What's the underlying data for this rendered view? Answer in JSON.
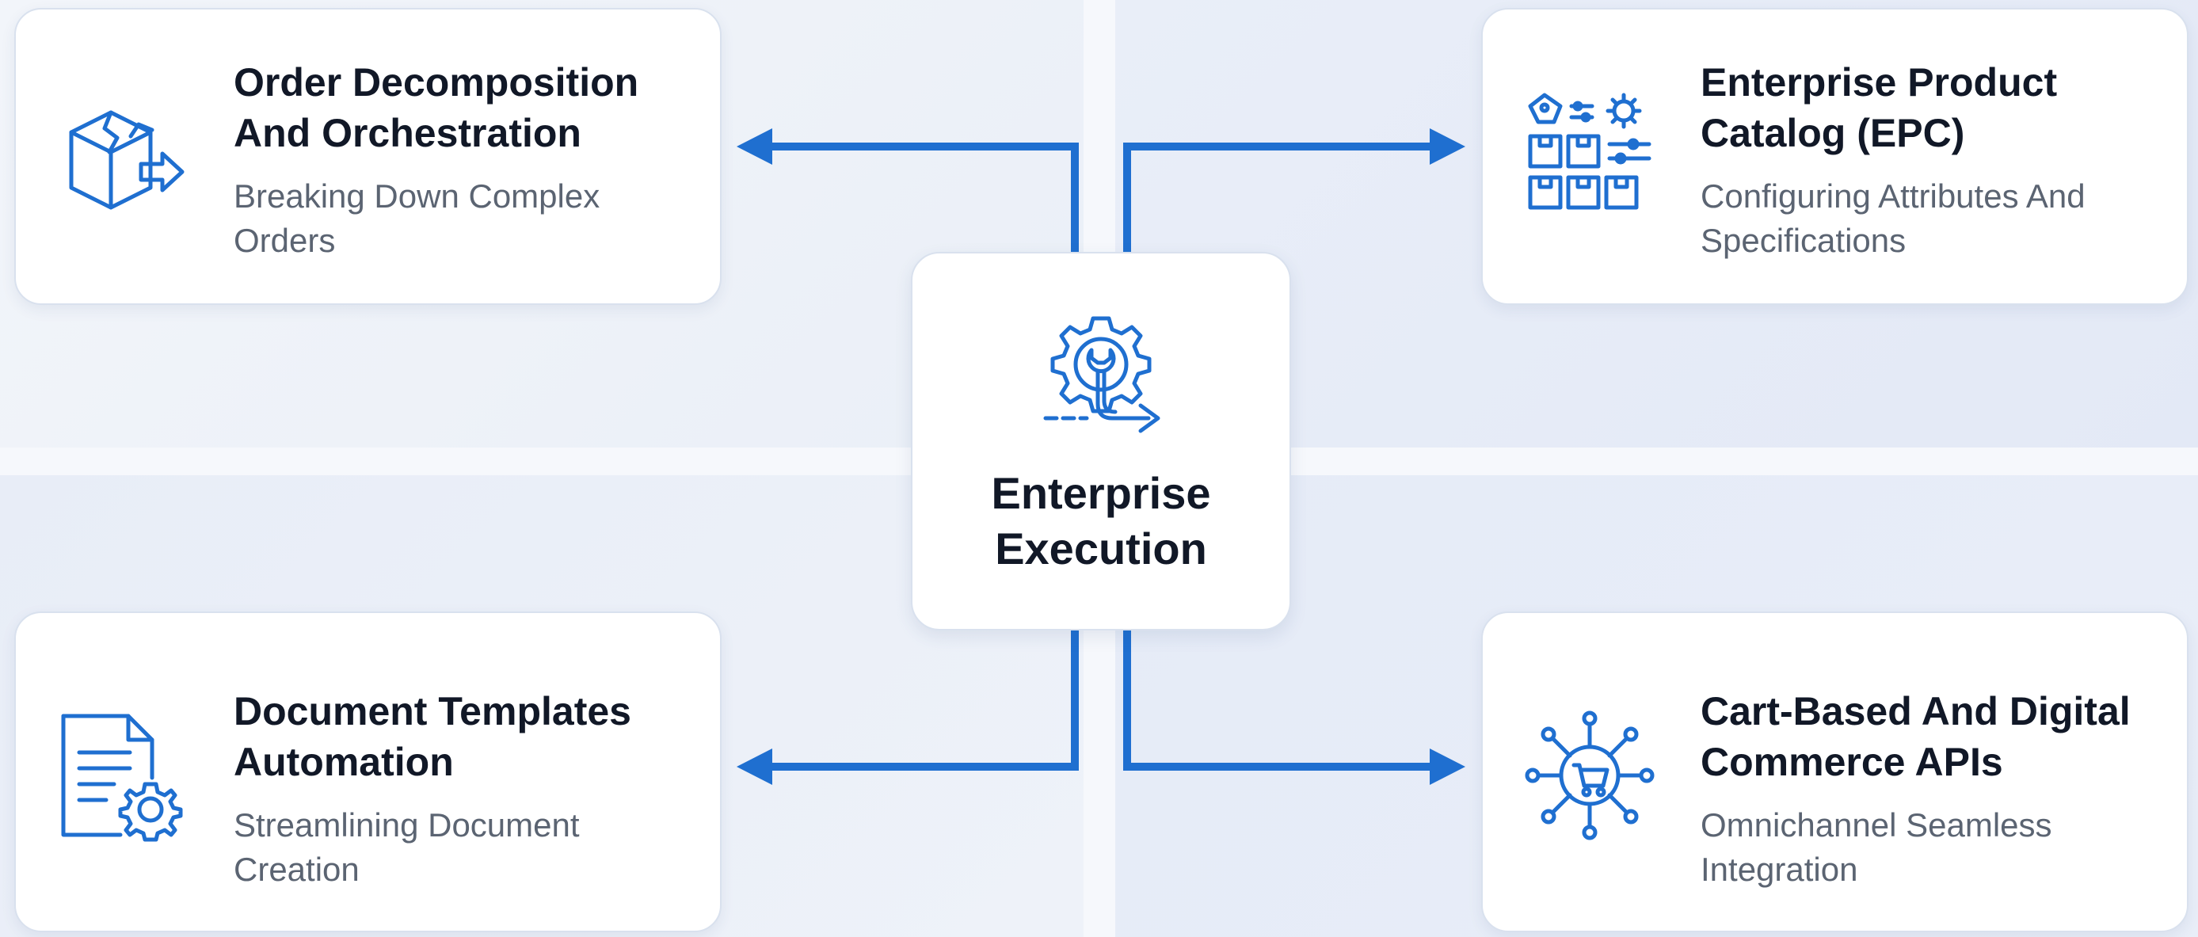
{
  "center": {
    "title_line1": "Enterprise",
    "title_line2": "Execution",
    "icon": "gear-wrench-arrow-icon"
  },
  "nodes": [
    {
      "id": "top-left",
      "title_line1": "Order Decomposition",
      "title_line2": "And Orchestration",
      "subtitle_line1": "Breaking Down Complex",
      "subtitle_line2": "Orders",
      "icon": "box-split-arrow-icon"
    },
    {
      "id": "top-right",
      "title_line1": "Enterprise Product",
      "title_line2": "Catalog (EPC)",
      "subtitle_line1": "Configuring Attributes And",
      "subtitle_line2": "Specifications",
      "icon": "catalog-grid-settings-icon"
    },
    {
      "id": "bottom-left",
      "title_line1": "Document Templates",
      "title_line2": "Automation",
      "subtitle_line1": "Streamlining Document",
      "subtitle_line2": "Creation",
      "icon": "document-gear-icon"
    },
    {
      "id": "bottom-right",
      "title_line1": "Cart-Based And Digital",
      "title_line2": "Commerce APIs",
      "subtitle_line1": "Omnichannel Seamless",
      "subtitle_line2": "Integration",
      "icon": "cart-network-icon"
    }
  ],
  "colors": {
    "accent": "#1f6fd0",
    "title": "#111827",
    "subtitle": "#5b6472",
    "card_border": "#d9e1ee"
  }
}
